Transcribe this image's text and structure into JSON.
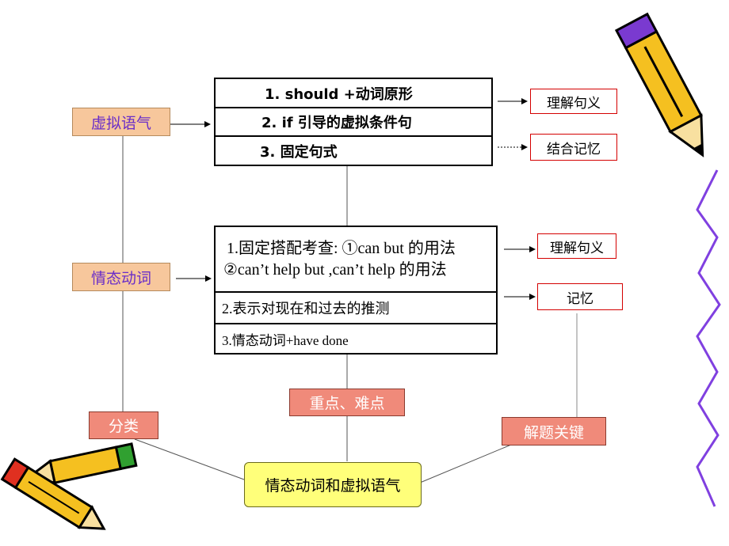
{
  "left_categories": {
    "subjunctive": "虚拟语气",
    "modal_verbs": "情态动词",
    "classification": "分类"
  },
  "subjunctive_table": {
    "rows": [
      "1. should +动词原形",
      "2. if 引导的虚拟条件句",
      "3. 固定句式"
    ]
  },
  "modal_table": {
    "row1_line1": "1.固定搭配考查: ①can but 的用法",
    "row1_line2": "②can’t help but ,can’t help 的用法",
    "row2": "2.表示对现在和过去的推测",
    "row3": "3.情态动词+have done"
  },
  "notes": {
    "understand_1": "理解句义",
    "combine_memory": "结合记忆",
    "understand_2": "理解句义",
    "memory": "记忆"
  },
  "focus_label": "重点、难点",
  "key_label": "解题关键",
  "center_title": "情态动词和虚拟语气",
  "colors": {
    "category_fill": "#f7c79c",
    "category_text": "#6a2ec8",
    "red_fill": "#f08a7a",
    "center_fill": "#ffff7a",
    "note_border": "#d40000",
    "squiggle": "#8040e0"
  }
}
